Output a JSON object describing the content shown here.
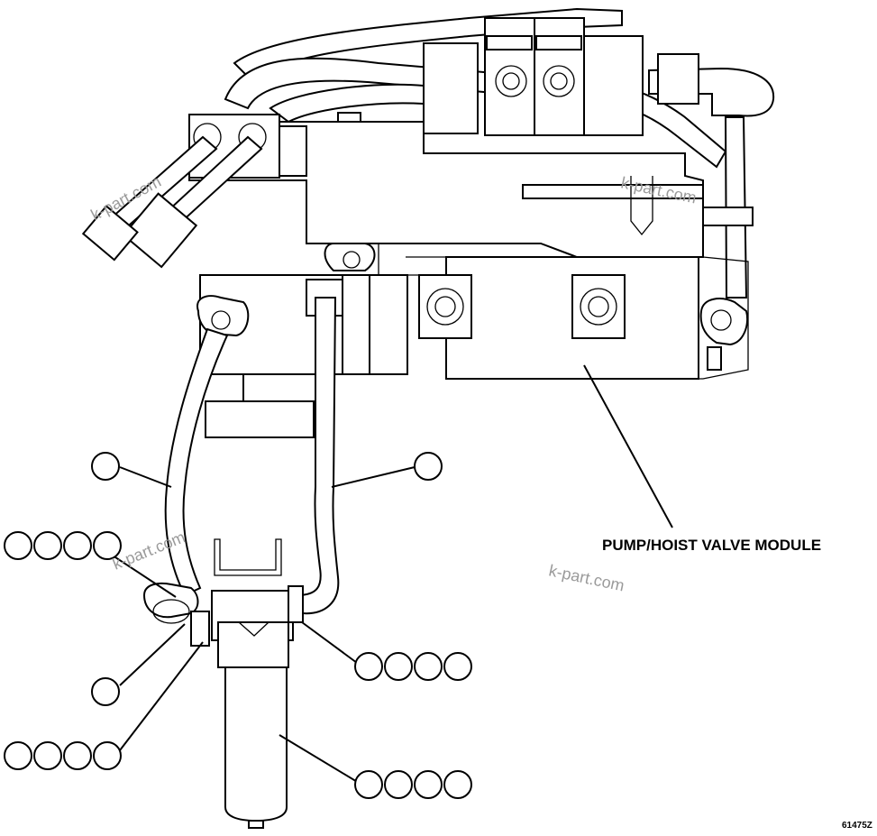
{
  "diagram": {
    "module_label": "PUMP/HOIST VALVE MODULE",
    "figure_number": "61475Z",
    "watermarks": [
      "k-part.com",
      "k-part.com",
      "k-part.com",
      "k-part.com"
    ],
    "callout_groups": [
      {
        "id": "hose-left",
        "bubbles": 1
      },
      {
        "id": "hose-right",
        "bubbles": 1
      },
      {
        "id": "flange-left-top",
        "bubbles": 4
      },
      {
        "id": "flange-left-bottom",
        "bubbles": 1
      },
      {
        "id": "fitting-left",
        "bubbles": 4
      },
      {
        "id": "filter-head-fitting",
        "bubbles": 4
      },
      {
        "id": "filter-element",
        "bubbles": 4
      }
    ]
  }
}
